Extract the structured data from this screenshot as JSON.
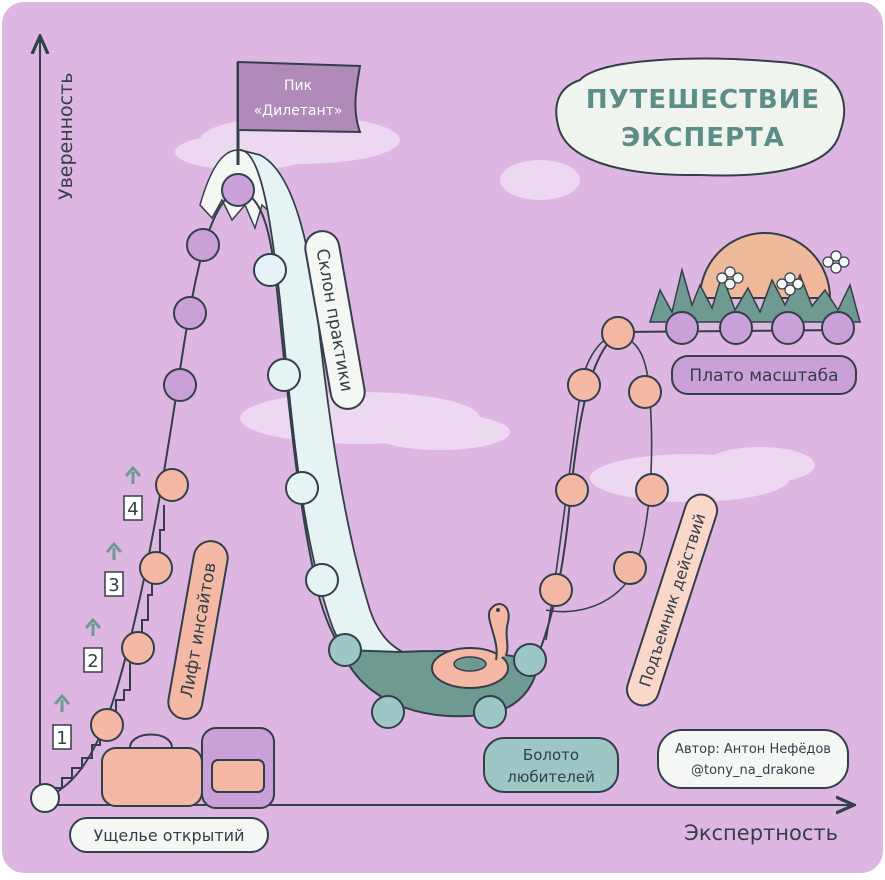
{
  "title": {
    "line1": "ПУТЕШЕСТВИЕ",
    "line2": "ЭКСПЕРТА"
  },
  "axes": {
    "y_label": "Уверенность",
    "x_label": "Экспертность"
  },
  "peak_flag": {
    "line1": "Пик",
    "line2": "«Дилетант»"
  },
  "labels": {
    "canyon": "Ущелье открытий",
    "insight_lift": "Лифт инсайтов",
    "practice_slope": "Склон практики",
    "swamp_line1": "Болото",
    "swamp_line2": "любителей",
    "action_lift": "Подъемник действий",
    "plateau": "Плато масштаба"
  },
  "steps": [
    "1",
    "2",
    "3",
    "4"
  ],
  "credit": {
    "line1": "Автор: Антон Нефёдов",
    "line2": "@tony_na_drakone"
  },
  "colors": {
    "background": "#ddb7e2",
    "purple_node": "#c9a1d8",
    "peach_node": "#f5b8a5",
    "teal_node": "#9cc7c4",
    "pale_blue_node": "#e6f3f5",
    "swamp": "#6f9a91",
    "ink": "#333f49",
    "cloud": "#ecd8f0"
  }
}
